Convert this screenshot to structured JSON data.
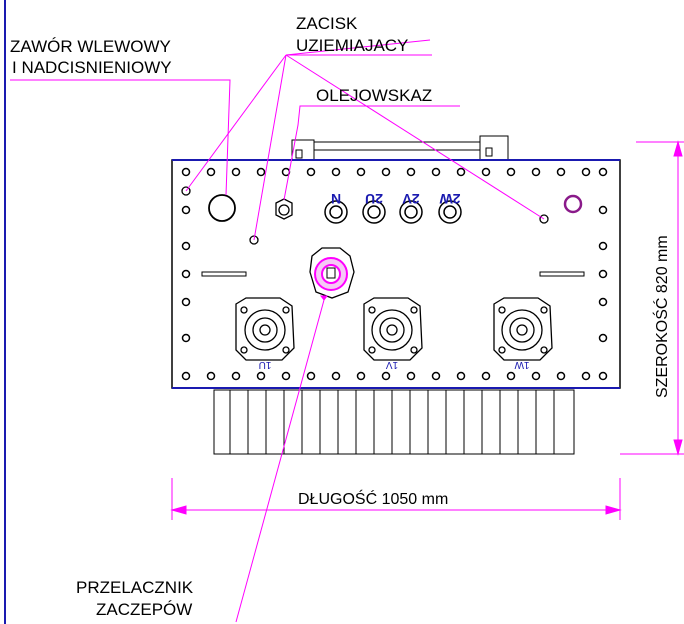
{
  "labels": {
    "zawor_line1": "ZAWÓR WLEWOWY",
    "zawor_line2": "I NADCISNIENIOWY",
    "zacisk_line1": "ZACISK",
    "zacisk_line2": "UZIEMIAJACY",
    "olejowskaz": "OLEJOWSKAZ",
    "przelacznik_line1": "PRZELACZNIK",
    "przelacznik_line2": "ZACZEPÓW"
  },
  "dimensions": {
    "length": "DŁUGOŚĆ 1050 mm",
    "width": "SZEROKOŚĆ 820 mm"
  },
  "bushing_labels": {
    "lv": [
      "N",
      "2U",
      "2V",
      "2W"
    ],
    "hv": [
      "1U",
      "1V",
      "1W"
    ]
  },
  "colors": {
    "leader": "#ff00ff",
    "border": "#1a1ab0",
    "outline": "#000000"
  }
}
